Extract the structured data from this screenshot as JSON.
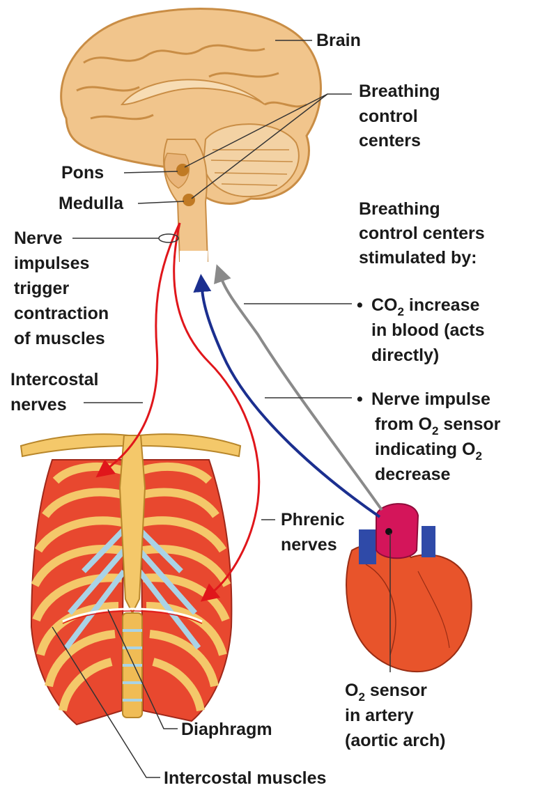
{
  "labels": {
    "brain": "Brain",
    "breathing_control": [
      "Breathing",
      "control",
      "centers"
    ],
    "pons": "Pons",
    "medulla": "Medulla",
    "nerve_impulses": [
      "Nerve",
      "impulses",
      "trigger",
      "contraction",
      "of muscles"
    ],
    "intercostal_nerves": [
      "Intercostal",
      "nerves"
    ],
    "phrenic_nerves": [
      "Phrenic",
      "nerves"
    ],
    "diaphragm": "Diaphragm",
    "intercostal_muscles": "Intercostal muscles",
    "o2_sensor": {
      "line1_o": "O",
      "line1_sub": "2",
      "line1_rest": " sensor",
      "line2": "in artery",
      "line3": "(aortic arch)"
    }
  },
  "stimuli": {
    "heading": [
      "Breathing",
      "control centers",
      "stimulated by:"
    ],
    "co2": {
      "bullet": "•",
      "a": "CO",
      "sub": "2",
      "b": " increase",
      "line2": "in blood (acts",
      "line3": "directly)"
    },
    "o2": {
      "bullet": "•",
      "line1": "Nerve impulse",
      "line2_a": "from O",
      "line2_sub": "2",
      "line2_b": " sensor",
      "line3_a": "indicating O",
      "line3_sub": "2",
      "line4": "decrease"
    }
  },
  "colors": {
    "nerve_red": "#e0161b",
    "sensor_blue": "#1b2f8f",
    "co2_gray": "#8a8a8a",
    "brain": "#f1c58c",
    "bone": "#f4c86a",
    "muscle": "#e8482f",
    "cartilage": "#a9d3e6",
    "heart": "#e8542b"
  }
}
